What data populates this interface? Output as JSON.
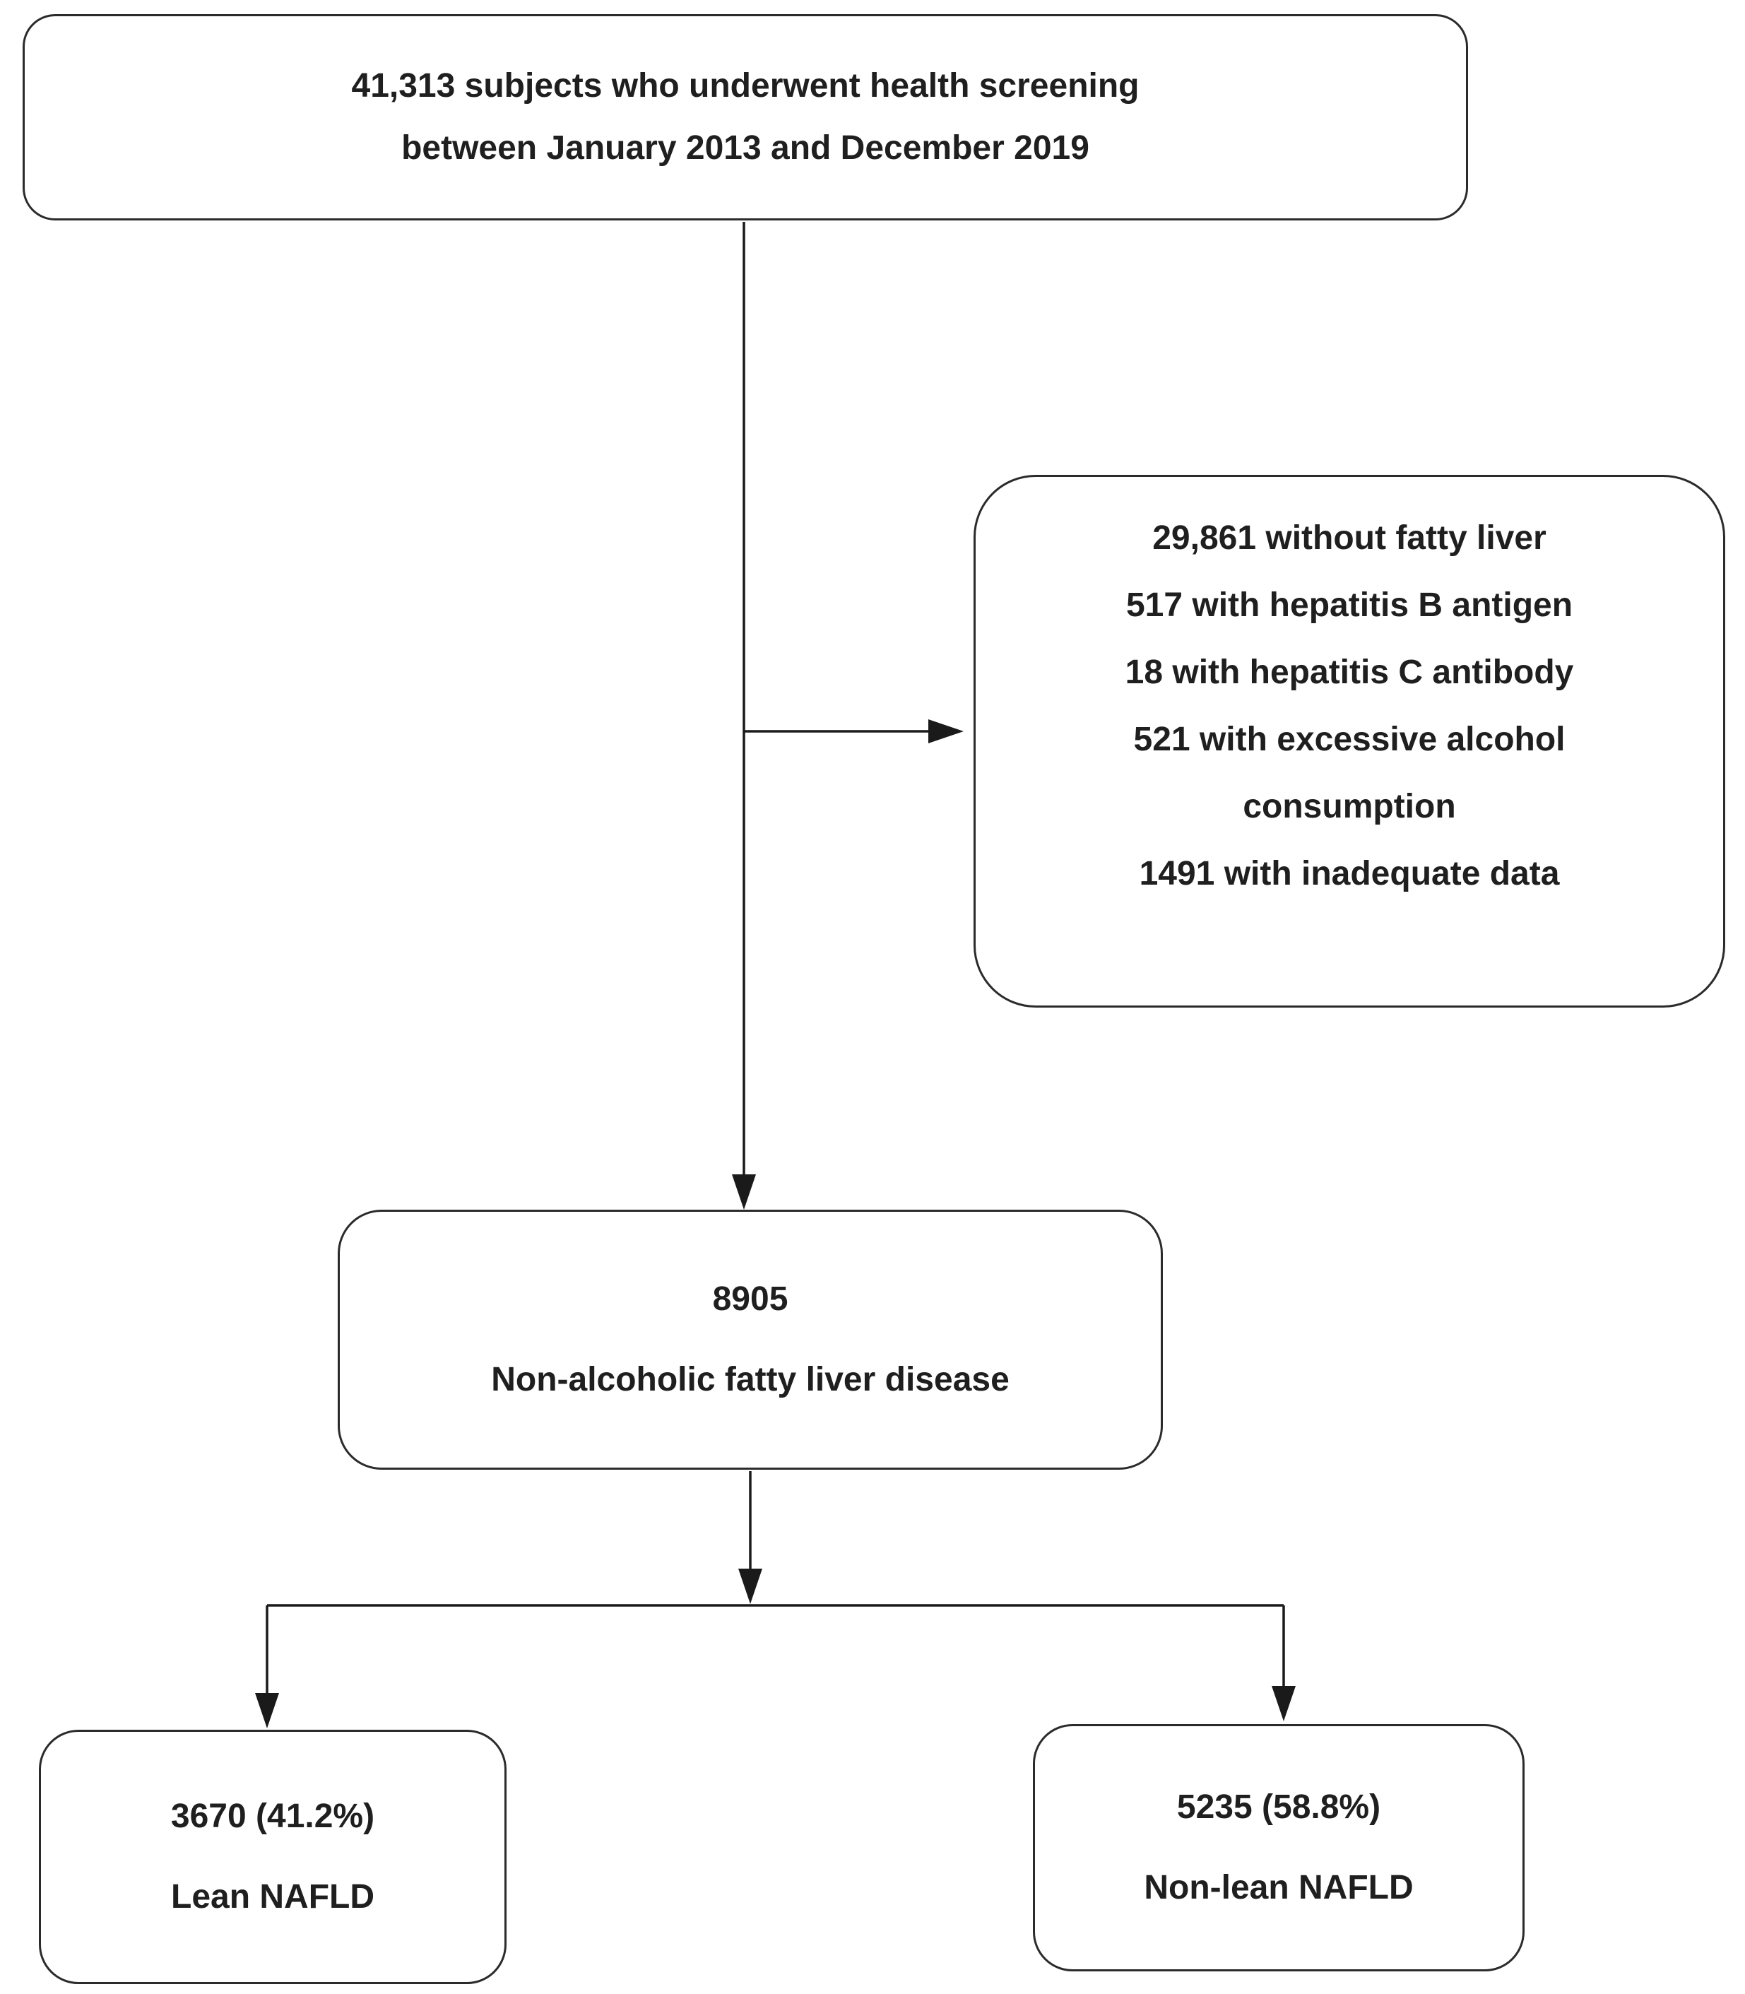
{
  "page": {
    "background_color": "#ffffff",
    "box_border_color": "#2b2b2b",
    "text_color": "#1f1f1f",
    "connector_color": "#1a1a1a"
  },
  "nodes": {
    "screening": {
      "lines": [
        "41,313 subjects who underwent health screening",
        "between January 2013 and December 2019"
      ]
    },
    "exclusions": {
      "lines": [
        "29,861 without fatty liver",
        "517 with hepatitis B antigen",
        "18 with hepatitis C antibody",
        "521 with excessive alcohol",
        "consumption",
        "1491 with inadequate data"
      ]
    },
    "nafld": {
      "lines": [
        "8905",
        "Non-alcoholic fatty liver disease"
      ]
    },
    "lean": {
      "lines": [
        "3670 (41.2%)",
        "Lean NAFLD"
      ]
    },
    "nonlean": {
      "lines": [
        "5235 (58.8%)",
        "Non-lean NAFLD"
      ]
    }
  }
}
